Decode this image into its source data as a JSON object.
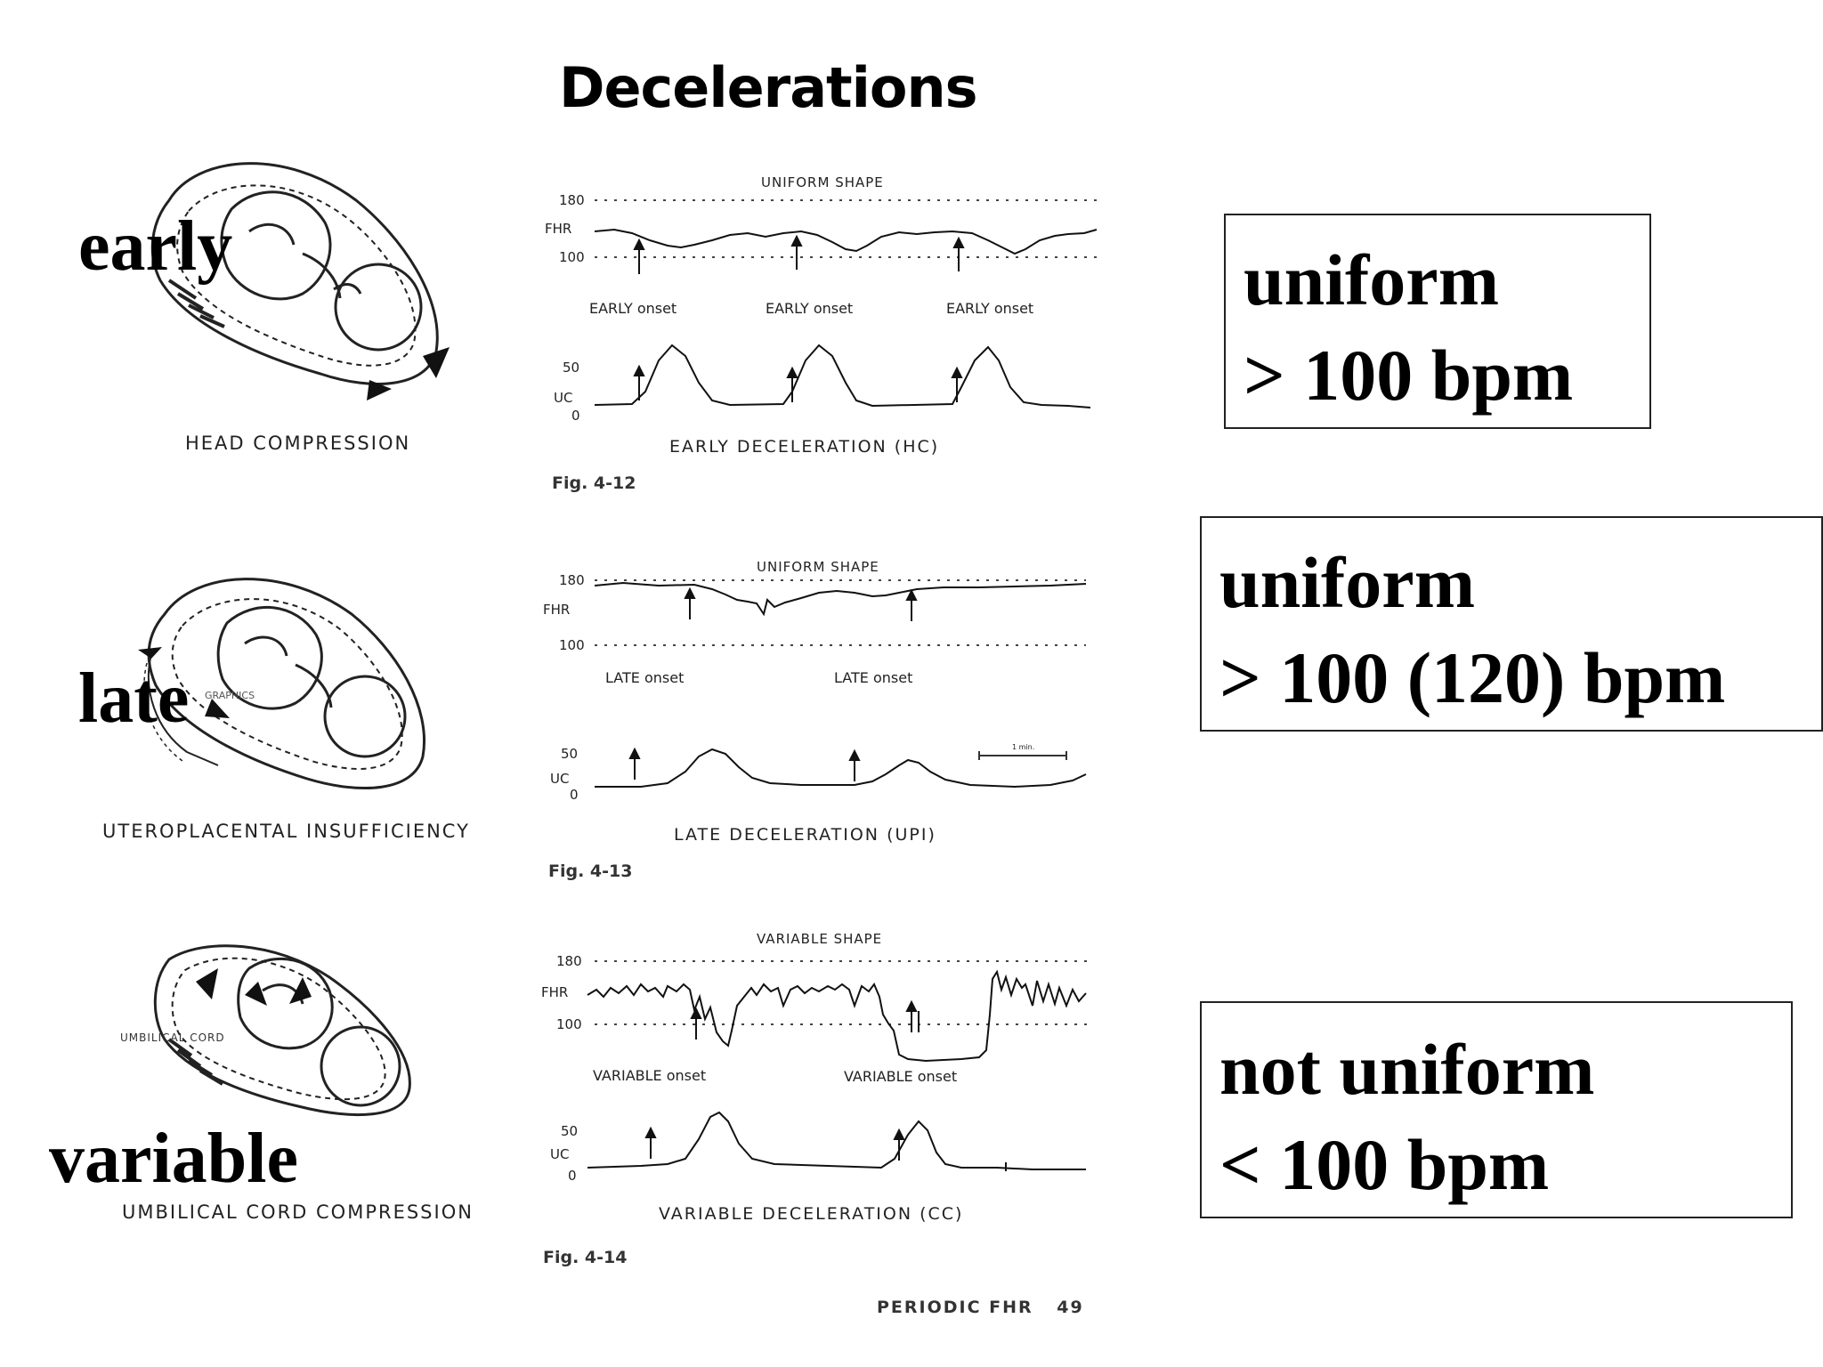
{
  "title": "Decelerations",
  "footer": {
    "text": "PERIODIC FHR",
    "page": "49"
  },
  "rows": [
    {
      "label": "early",
      "illustration_caption": "HEAD COMPRESSION",
      "trace": {
        "shape": "UNIFORM SHAPE",
        "fhr_ticks": [
          "180",
          "FHR",
          "100"
        ],
        "uc_ticks": [
          "50",
          "UC",
          "0"
        ],
        "onset": [
          "EARLY onset",
          "EARLY onset",
          "EARLY onset"
        ],
        "caption": "EARLY DECELERATION (HC)",
        "fig": "Fig. 4-12"
      },
      "box_lines": [
        "uniform",
        "> 100 bpm"
      ]
    },
    {
      "label": "late",
      "illustration_caption": "UTEROPLACENTAL INSUFFICIENCY",
      "trace": {
        "shape": "UNIFORM SHAPE",
        "fhr_ticks": [
          "180",
          "FHR",
          "100"
        ],
        "uc_ticks": [
          "50",
          "UC",
          "0"
        ],
        "onset": [
          "LATE onset",
          "LATE onset"
        ],
        "scale": "1 min.",
        "caption": "LATE DECELERATION (UPI)",
        "fig": "Fig. 4-13"
      },
      "box_lines": [
        "uniform",
        "> 100 (120) bpm"
      ]
    },
    {
      "label": "variable",
      "illustration_caption": "UMBILICAL CORD COMPRESSION",
      "illustration_inner_label": "UMBILICAL CORD",
      "trace": {
        "shape": "VARIABLE SHAPE",
        "fhr_ticks": [
          "180",
          "FHR",
          "100"
        ],
        "uc_ticks": [
          "50",
          "UC",
          "0"
        ],
        "onset": [
          "VARIABLE onset",
          "VARIABLE onset"
        ],
        "caption": "VARIABLE DECELERATION (CC)",
        "fig": "Fig. 4-14"
      },
      "box_lines": [
        "not uniform",
        "< 100 bpm"
      ]
    }
  ]
}
